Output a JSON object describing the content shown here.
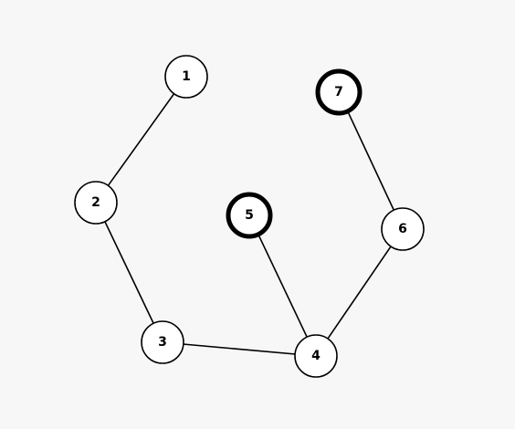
{
  "graph": {
    "nodes": [
      {
        "id": "1",
        "label": "1",
        "highlighted": false
      },
      {
        "id": "2",
        "label": "2",
        "highlighted": false
      },
      {
        "id": "3",
        "label": "3",
        "highlighted": false
      },
      {
        "id": "4",
        "label": "4",
        "highlighted": false
      },
      {
        "id": "5",
        "label": "5",
        "highlighted": true
      },
      {
        "id": "6",
        "label": "6",
        "highlighted": false
      },
      {
        "id": "7",
        "label": "7",
        "highlighted": true
      }
    ],
    "edges": [
      {
        "from": "1",
        "to": "2"
      },
      {
        "from": "2",
        "to": "3"
      },
      {
        "from": "3",
        "to": "4"
      },
      {
        "from": "4",
        "to": "5"
      },
      {
        "from": "4",
        "to": "6"
      },
      {
        "from": "6",
        "to": "7"
      }
    ]
  },
  "colors": {
    "background": "#f7f7f7",
    "stroke": "#000000",
    "node_fill": "#ffffff"
  }
}
